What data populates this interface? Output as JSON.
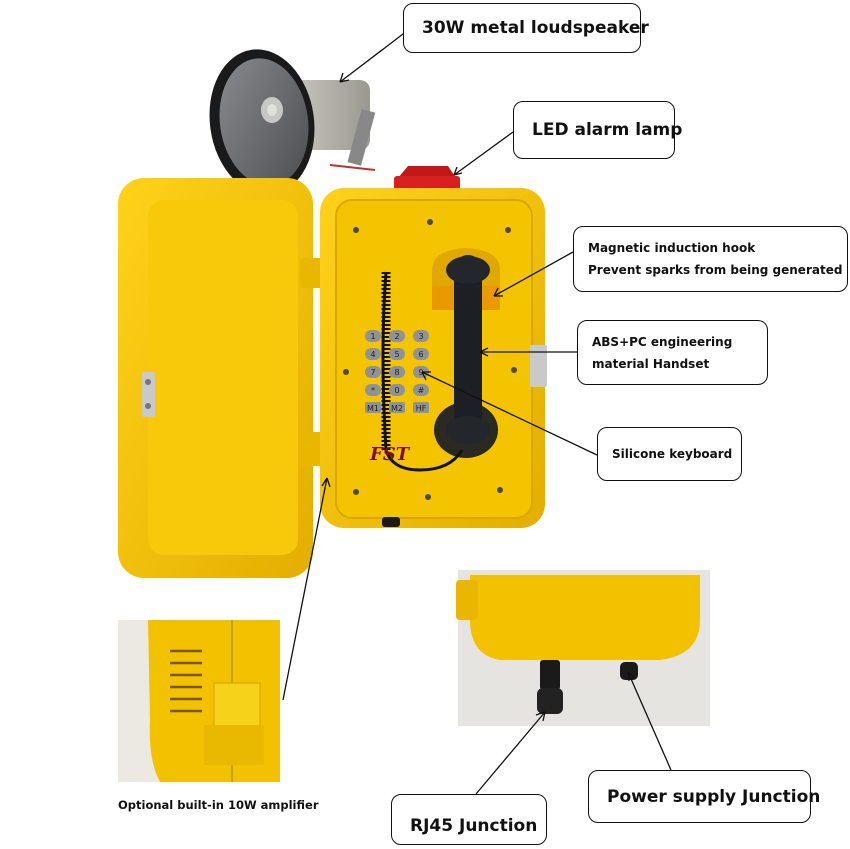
{
  "callouts": {
    "loudspeaker": {
      "lines": [
        "30W metal loudspeaker"
      ]
    },
    "alarm_lamp": {
      "lines": [
        "LED alarm lamp"
      ]
    },
    "hook": {
      "lines": [
        "Magnetic induction hook",
        "Prevent sparks from being generated"
      ]
    },
    "handset": {
      "lines": [
        "ABS+PC engineering",
        "material Handset"
      ]
    },
    "keyboard": {
      "lines": [
        "Silicone keyboard"
      ]
    },
    "rj45": {
      "lines": [
        "RJ45 Junction"
      ]
    },
    "power": {
      "lines": [
        "Power supply Junction"
      ]
    }
  },
  "labels": {
    "amplifier": "Optional built-in 10W amplifier"
  },
  "keypad": {
    "keys": [
      "1",
      "2",
      "3",
      "4",
      "5",
      "6",
      "7",
      "8",
      "9",
      "*",
      "0",
      "#",
      "M1",
      "M2",
      "HF"
    ]
  },
  "brand_logo": "FST",
  "colors": {
    "enclosure_yellow": "#f2c200",
    "enclosure_shadow": "#d9a800",
    "lamp_red": "#d41c1c",
    "handset_black": "#1c1f24",
    "key_gray": "#8f9296",
    "speaker_gray": "#6d6f72"
  }
}
